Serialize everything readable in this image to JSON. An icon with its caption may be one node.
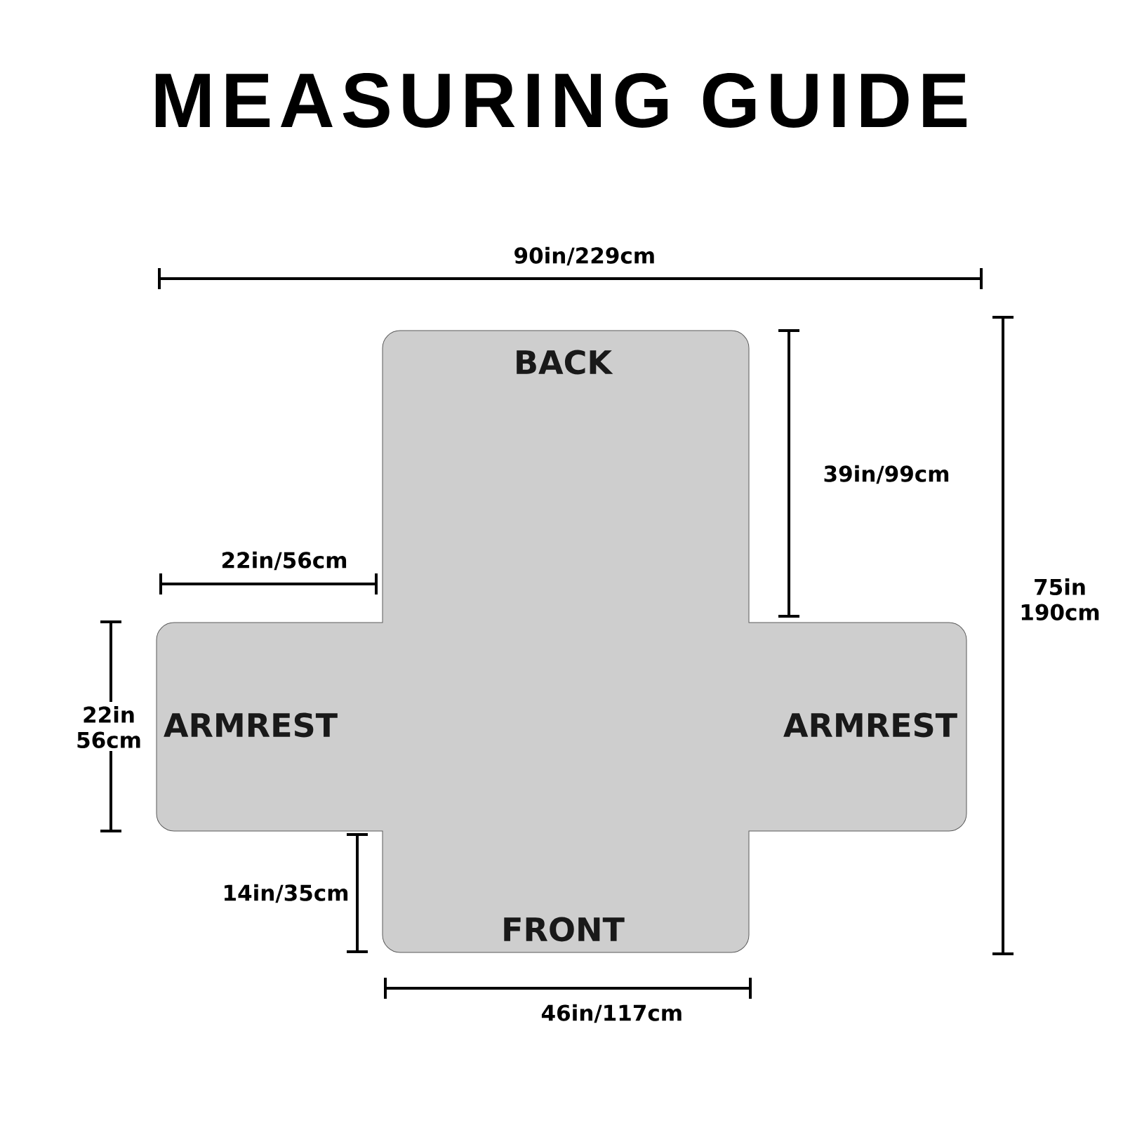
{
  "diagram": {
    "title": "MEASURING GUIDE",
    "nodes": [
      {
        "text": [
          "BACK",
          "ARMREST",
          "ARMREST",
          "FRONT"
        ]
      }
    ],
    "labels": [
      "90in/229cm",
      "39in/99cm",
      "22in/56cm",
      "75in 190cm",
      "22in 56cm",
      "14in/35cm",
      "46in/117cm"
    ]
  }
}
